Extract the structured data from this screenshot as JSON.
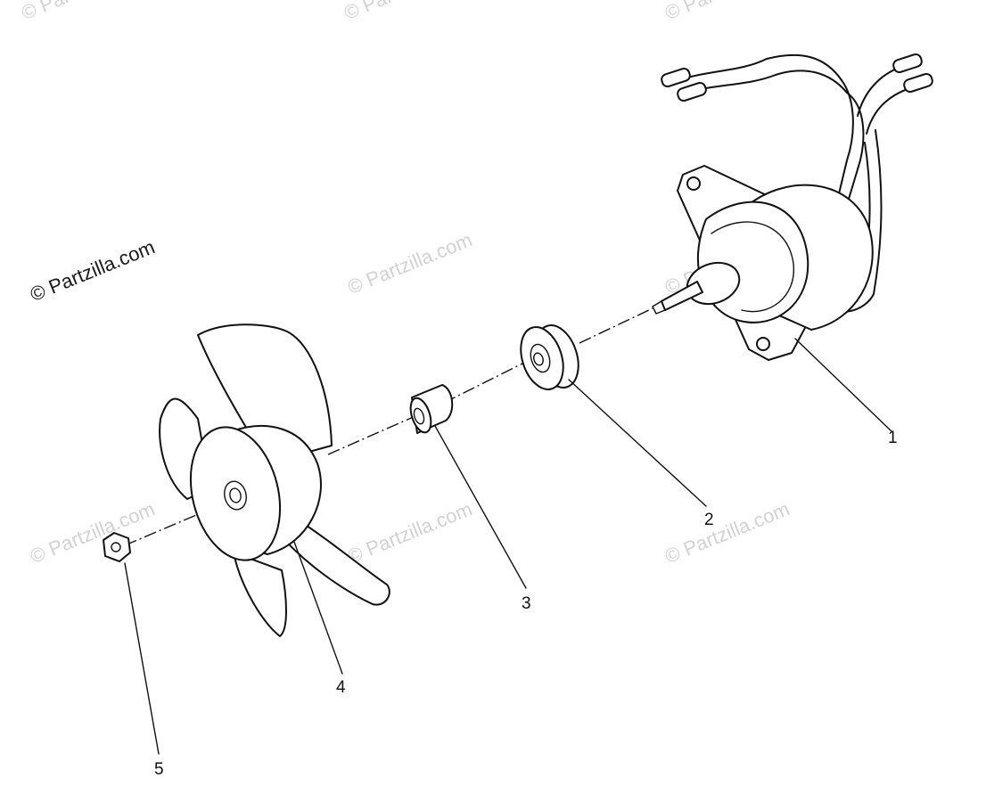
{
  "watermark": {
    "text": "© Partzilla.com",
    "partial_top": [
      "© Partz",
      "© Partz",
      "© Partz"
    ]
  },
  "callouts": [
    {
      "id": "1",
      "label": "1"
    },
    {
      "id": "2",
      "label": "2"
    },
    {
      "id": "3",
      "label": "3"
    },
    {
      "id": "4",
      "label": "4"
    },
    {
      "id": "5",
      "label": "5"
    }
  ],
  "parts": {
    "motor": "fan-motor",
    "collar": "rubber-collar",
    "spacer": "spacer",
    "fan": "fan-blade",
    "nut": "nut"
  }
}
